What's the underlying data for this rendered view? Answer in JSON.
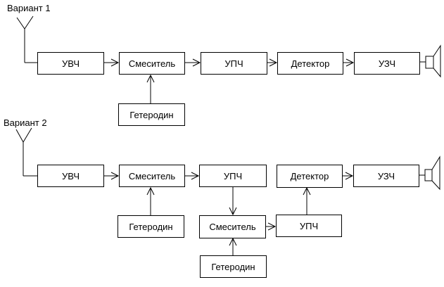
{
  "colors": {
    "background": "#ffffff",
    "line": "#000000",
    "text": "#000000"
  },
  "icons": {
    "antenna": "antenna-icon",
    "speaker": "loudspeaker-icon"
  },
  "variant1": {
    "label": "Вариант 1",
    "blocks": {
      "uvch": "УВЧ",
      "mixer": "Смеситель",
      "upch": "УПЧ",
      "detector": "Детектор",
      "uzch": "УЗЧ",
      "heterodyne": "Гетеродин"
    },
    "connections": [
      [
        "antenna",
        "uvch"
      ],
      [
        "uvch",
        "mixer"
      ],
      [
        "mixer",
        "upch"
      ],
      [
        "upch",
        "detector"
      ],
      [
        "detector",
        "uzch"
      ],
      [
        "uzch",
        "speaker"
      ],
      [
        "heterodyne",
        "mixer"
      ]
    ]
  },
  "variant2": {
    "label": "Вариант 2",
    "blocks": {
      "uvch": "УВЧ",
      "mixer1": "Смеситель",
      "upch1": "УПЧ",
      "detector": "Детектор",
      "uzch": "УЗЧ",
      "heterodyne1": "Гетеродин",
      "mixer2": "Смеситель",
      "upch2": "УПЧ",
      "heterodyne2": "Гетеродин"
    },
    "connections": [
      [
        "antenna",
        "uvch"
      ],
      [
        "uvch",
        "mixer1"
      ],
      [
        "mixer1",
        "upch1"
      ],
      [
        "heterodyne1",
        "mixer1"
      ],
      [
        "upch1",
        "mixer2"
      ],
      [
        "mixer2",
        "upch2"
      ],
      [
        "heterodyne2",
        "mixer2"
      ],
      [
        "upch2",
        "detector"
      ],
      [
        "detector",
        "uzch"
      ],
      [
        "uzch",
        "speaker"
      ]
    ]
  }
}
